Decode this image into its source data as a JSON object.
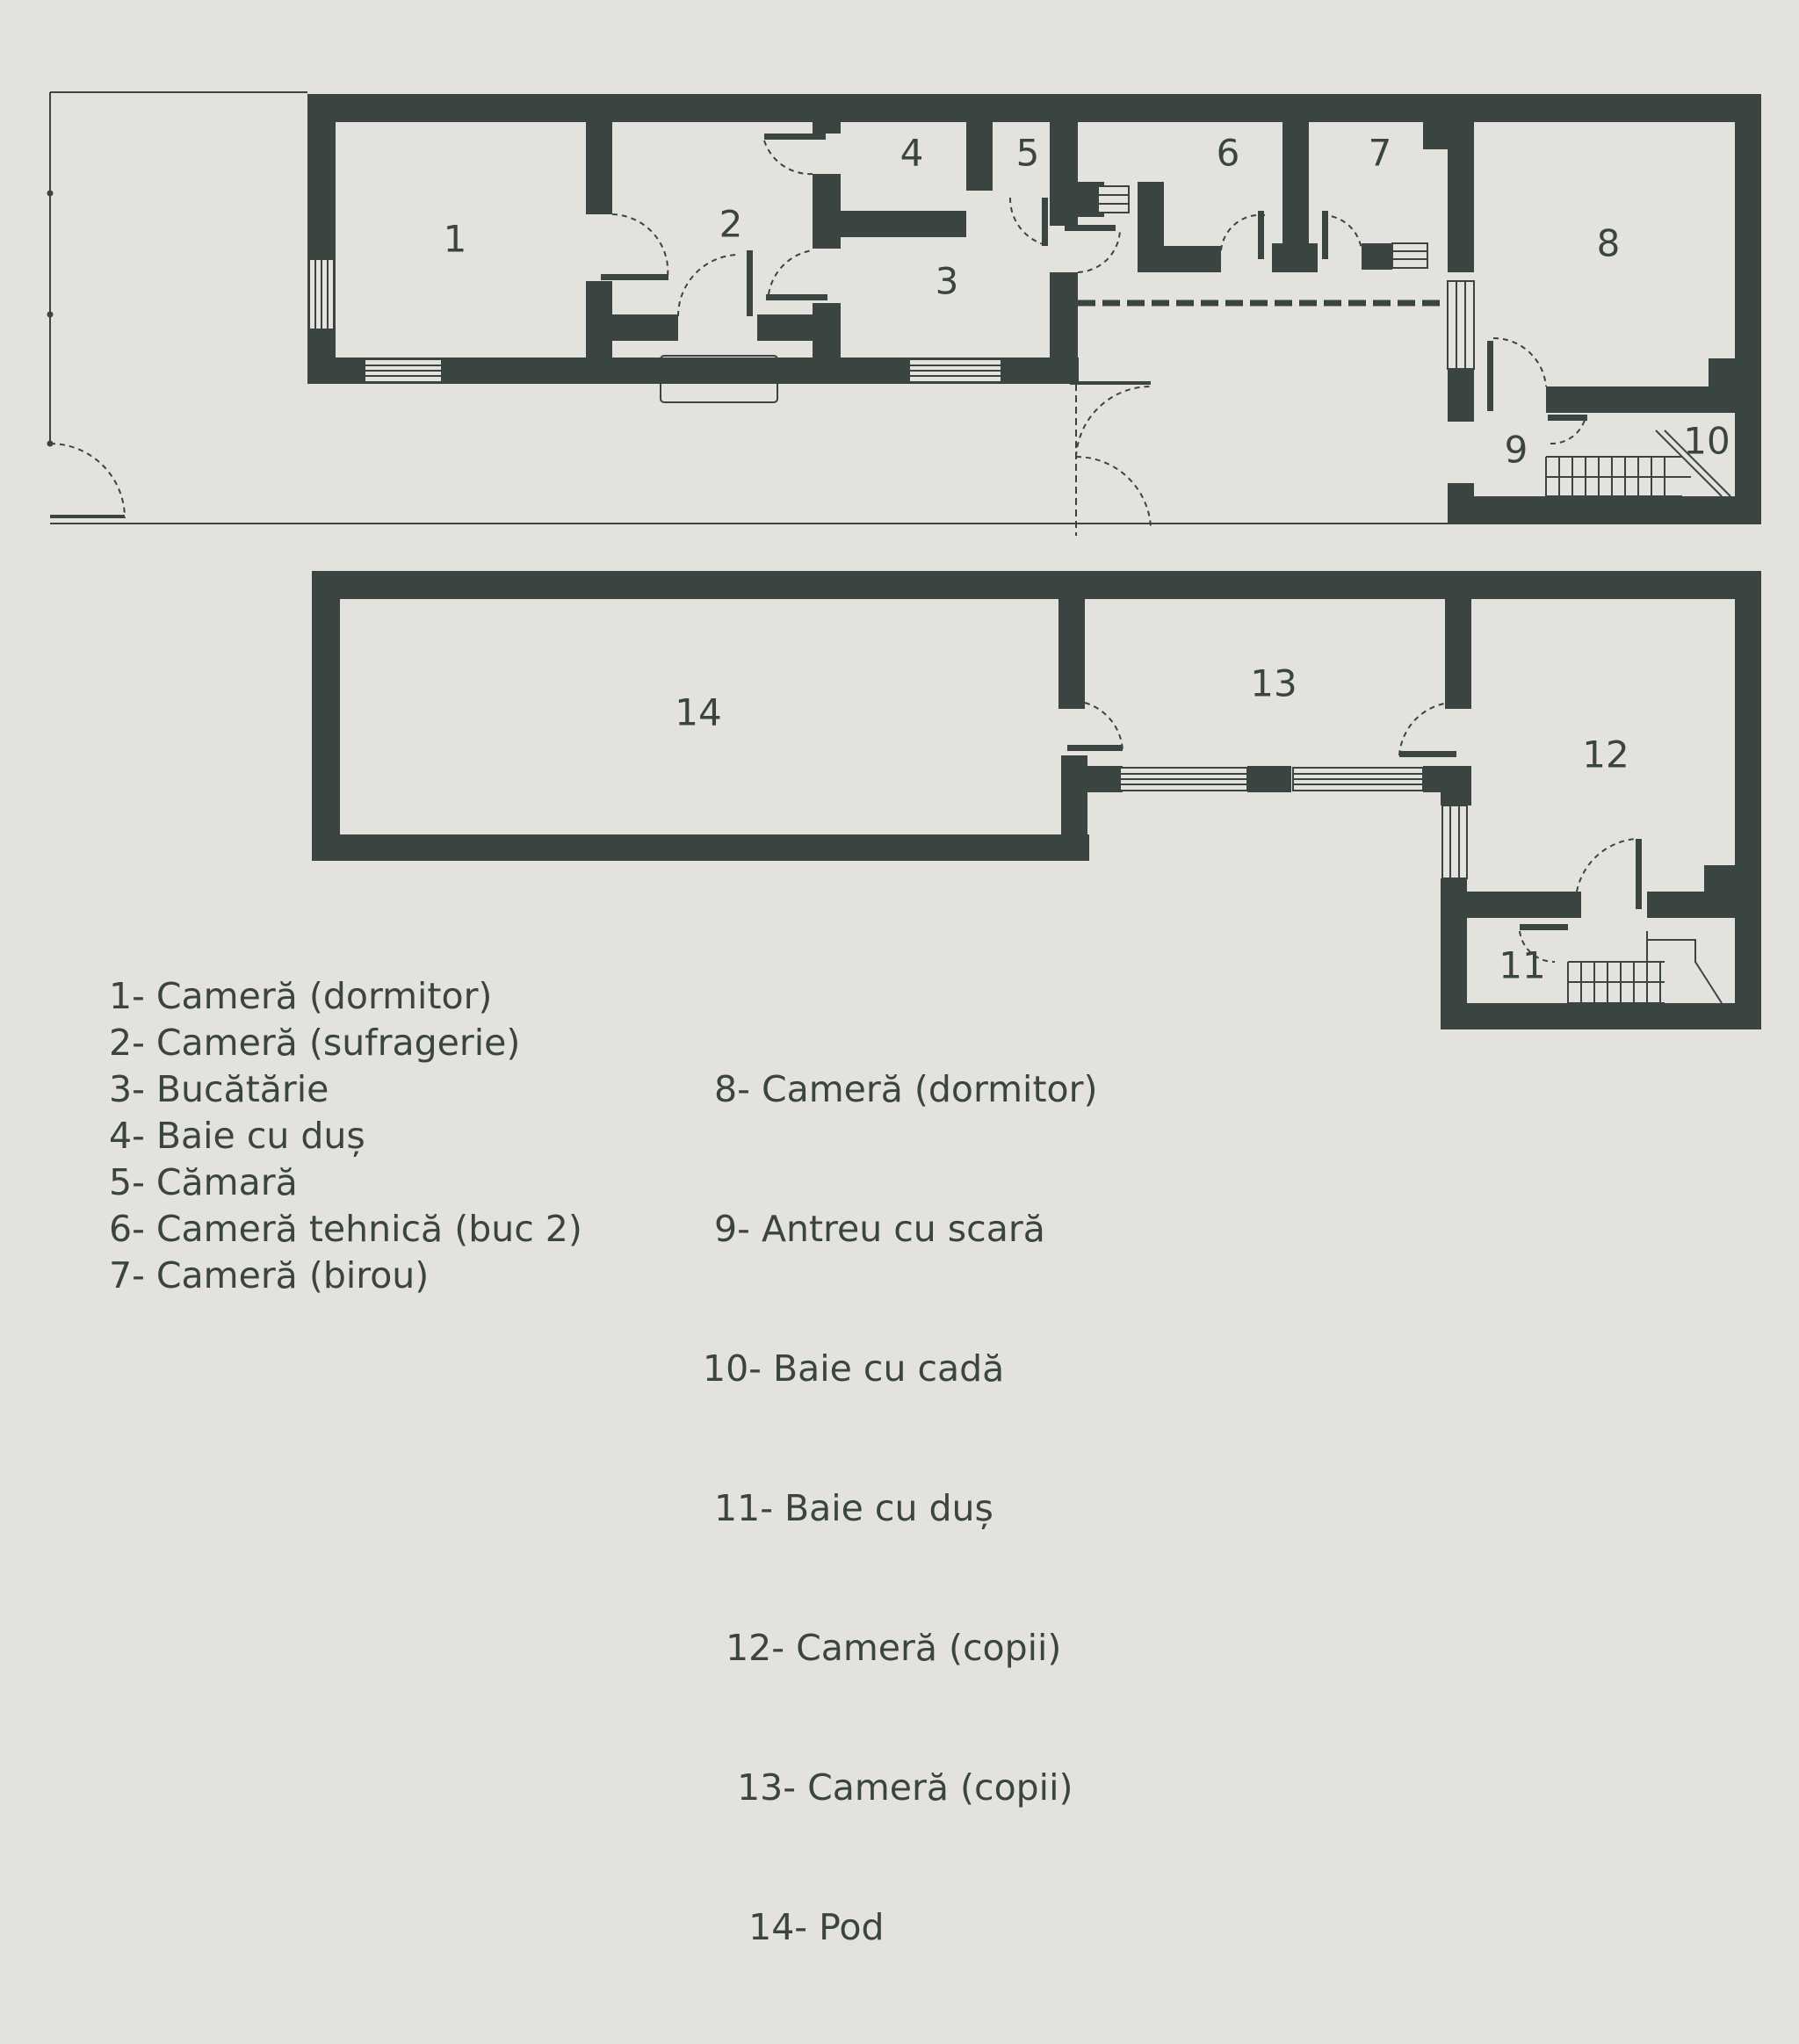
{
  "colors": {
    "background": "#e3e2dd",
    "wall": "#3a4541"
  },
  "rooms": [
    {
      "id": "1",
      "label": "1"
    },
    {
      "id": "2",
      "label": "2"
    },
    {
      "id": "3",
      "label": "3"
    },
    {
      "id": "4",
      "label": "4"
    },
    {
      "id": "5",
      "label": "5"
    },
    {
      "id": "6",
      "label": "6"
    },
    {
      "id": "7",
      "label": "7"
    },
    {
      "id": "8",
      "label": "8"
    },
    {
      "id": "9",
      "label": "9"
    },
    {
      "id": "10",
      "label": "10"
    },
    {
      "id": "11",
      "label": "11"
    },
    {
      "id": "12",
      "label": "12"
    },
    {
      "id": "13",
      "label": "13"
    },
    {
      "id": "14",
      "label": "14"
    }
  ],
  "legend": {
    "left": [
      "1- Cameră (dormitor)",
      "2- Cameră (sufragerie)",
      "3- Bucătărie",
      "4- Baie cu duș",
      "5- Cămară",
      "6- Cameră tehnică (buc 2)",
      "7- Cameră (birou)"
    ],
    "right": [
      " 8- Cameră (dormitor)",
      " 9- Antreu cu scară",
      "10- Baie cu cadă",
      " 11- Baie cu duș",
      "  12- Cameră (copii)",
      "   13- Cameră (copii)",
      "    14- Pod"
    ]
  }
}
